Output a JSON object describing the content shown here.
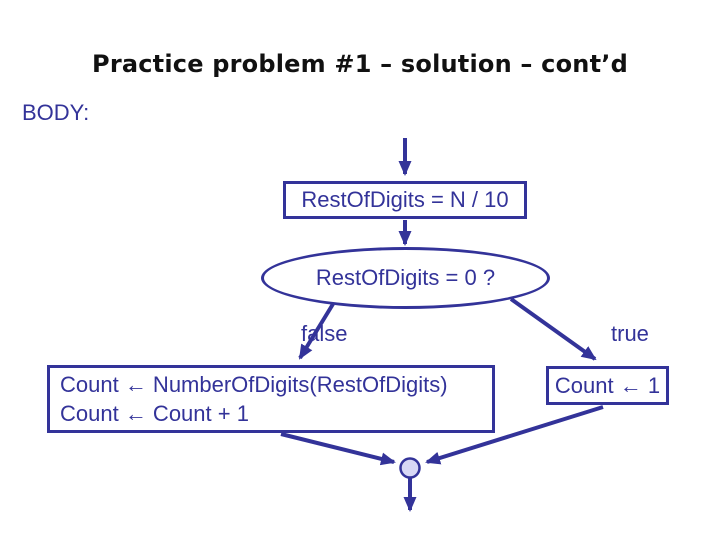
{
  "slide": {
    "title": "Practice problem #1 – solution – cont’d",
    "section_label": "BODY:"
  },
  "flowchart": {
    "type": "flowchart",
    "process1": "RestOfDigits = N / 10",
    "decision": "RestOfDigits = 0 ?",
    "false_label": "false",
    "true_label": "true",
    "false_branch_line1": "Count ← NumberOfDigits(RestOfDigits)",
    "false_branch_line2": "Count ← Count + 1",
    "true_branch": "Count ← 1",
    "edges": "entry → process1 → decision; decision false → left box; decision true → right box; both → merge connector → exit"
  },
  "colors": {
    "diagram_ink": "#333399",
    "title_text": "#111111",
    "connector_fill": "#d8d8f5",
    "background": "#ffffff"
  }
}
